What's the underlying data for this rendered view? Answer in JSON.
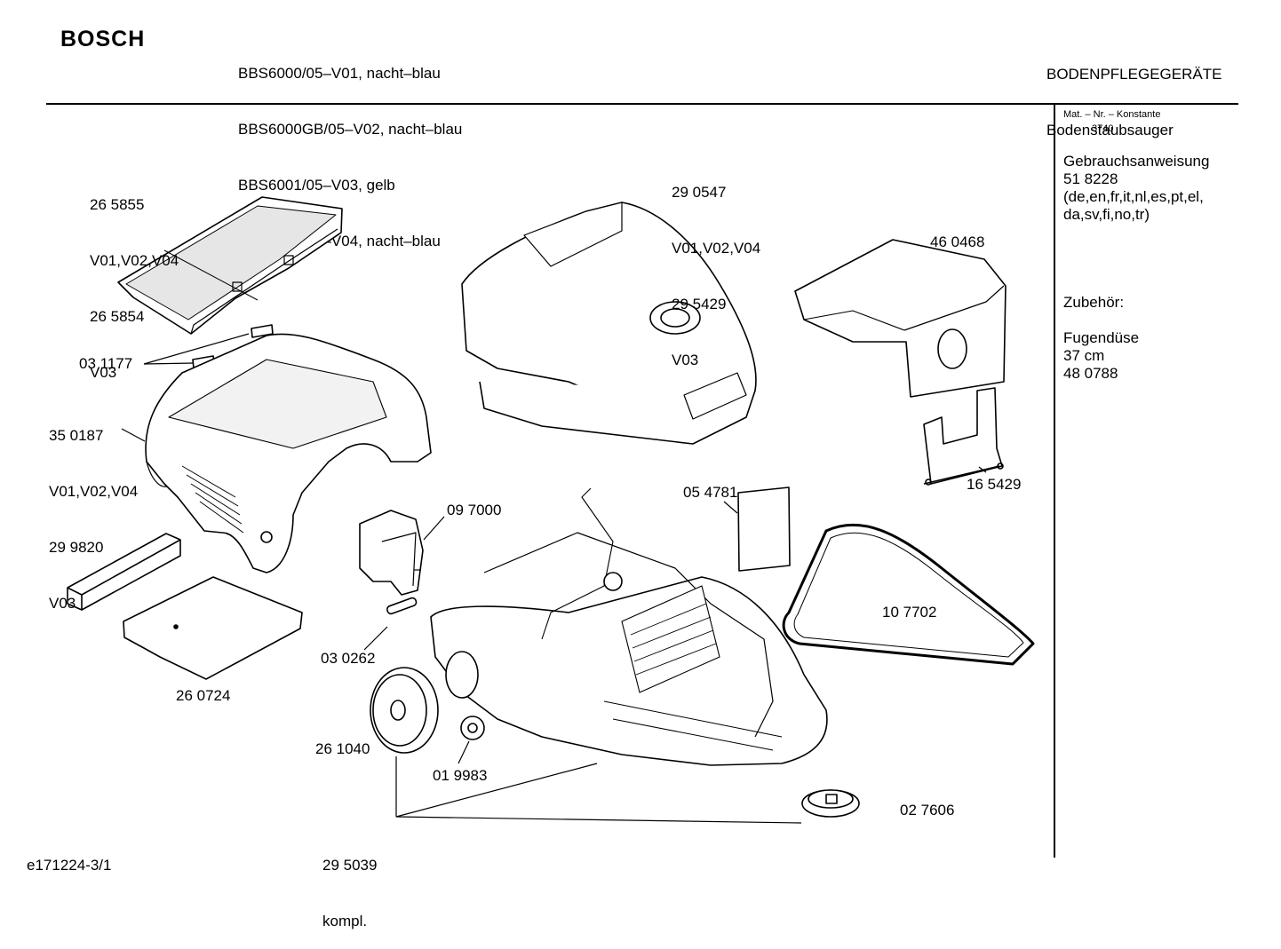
{
  "header": {
    "brand": "BOSCH",
    "models": [
      "BBS6000/05–V01, nacht–blau",
      "BBS6000GB/05–V02, nacht–blau",
      "BBS6001/05–V03, gelb",
      "BBS6002/05–V04, nacht–blau"
    ],
    "category": "BODENPFLEGEGERÄTE",
    "subcategory": "Bodenstaubsauger"
  },
  "sidebar": {
    "mat_label": "Mat. – Nr. – Konstante",
    "mat_value": "3740  .  .  .  .  .  .",
    "manual_title": "Gebrauchsanweisung",
    "manual_number": "51 8228",
    "manual_langs_1": "(de,en,fr,it,nl,es,pt,el,",
    "manual_langs_2": "da,sv,fi,no,tr)",
    "accessories_title": "Zubehör:",
    "accessory_name": "Fugendüse",
    "accessory_size": "37 cm",
    "accessory_number": "48 0788"
  },
  "parts": {
    "filter_cover": [
      "26 5855",
      "V01,V02,V04",
      "26 5854",
      "V03"
    ],
    "top_cover": [
      "29 0547",
      "V01,V02,V04",
      "29 5429",
      "V03"
    ],
    "dust_bag": "46 0468",
    "clip": "03 1177",
    "housing": [
      "35 0187",
      "V01,V02,V04",
      "29 9820",
      "V03"
    ],
    "bag_holder": "16 5429",
    "filter_sheet": "05 4781",
    "valve": "09 7000",
    "gasket": "10 7702",
    "foam_filter": "26 0724",
    "axle": "03 0262",
    "wheel": "26 1040",
    "hub": "01 9983",
    "base_complete": [
      "29 5039",
      "kompl."
    ],
    "castor": "02 7606"
  },
  "footer": {
    "drawing_id": "e171224-3/1"
  }
}
